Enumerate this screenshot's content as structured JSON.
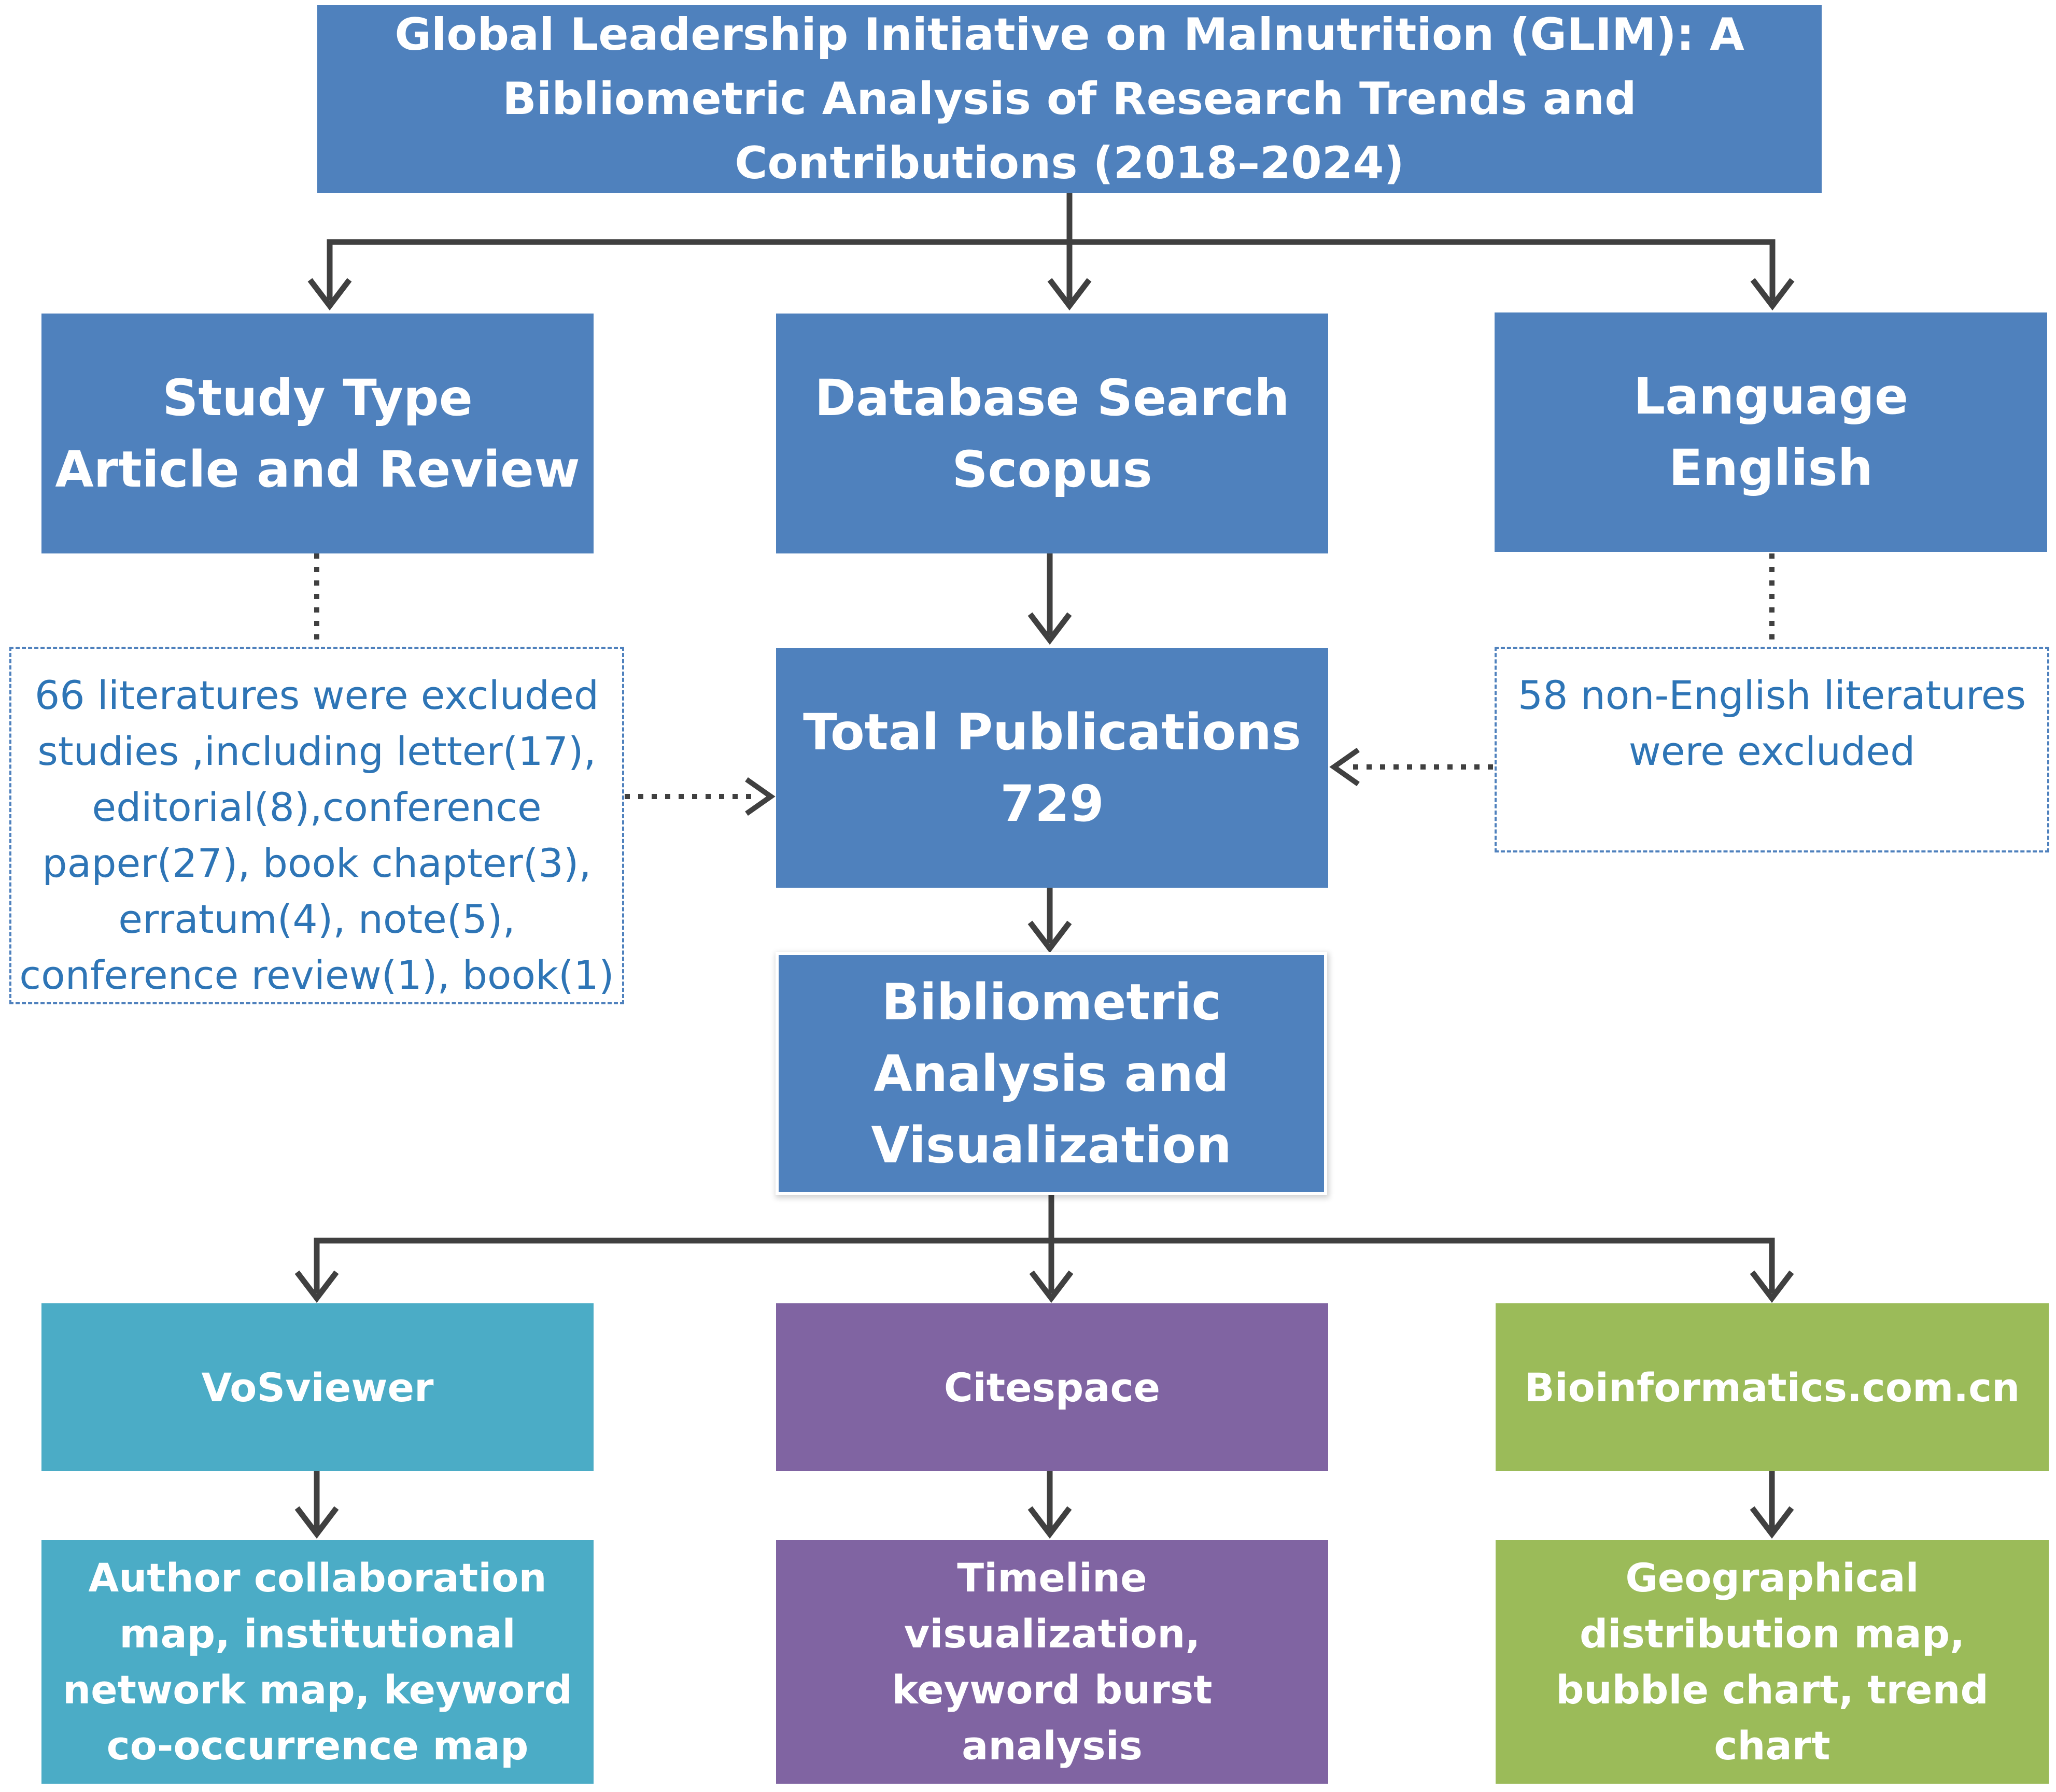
{
  "title": "Global Leadership Initiative on Malnutrition (GLIM): A Bibliometric Analysis of Research Trends and Contributions (2018–2024)",
  "criteria": {
    "study_type": {
      "heading": "Study Type",
      "value": "Article and Review"
    },
    "database": {
      "heading": "Database Search",
      "value": "Scopus"
    },
    "language": {
      "heading": "Language",
      "value": "English"
    }
  },
  "exclusions": {
    "study_type": "66 literatures were excluded studies ,including letter(17), editorial(8),conference paper(27), book chapter(3), erratum(4), note(5), conference review(1), book(1)",
    "language": "58 non-English literatures were excluded"
  },
  "total": {
    "label": "Total Publications",
    "value": "729"
  },
  "analysis": "Bibliometric Analysis and Visualization",
  "tools": [
    {
      "name": "VoSviewer",
      "output": "Author collaboration map, institutional network map, keyword co-occurrence map",
      "color": "#4bacc6"
    },
    {
      "name": "Citespace",
      "output": "Timeline visualization, keyword burst analysis",
      "color": "#8064a2"
    },
    {
      "name": "Bioinformatics.com.cn",
      "output": "Geographical distribution map, bubble chart, trend chart",
      "color": "#9bbb59"
    }
  ],
  "colors": {
    "primary": "#4f81bd",
    "exclusion_text": "#2e75b6",
    "connector": "#404040"
  }
}
